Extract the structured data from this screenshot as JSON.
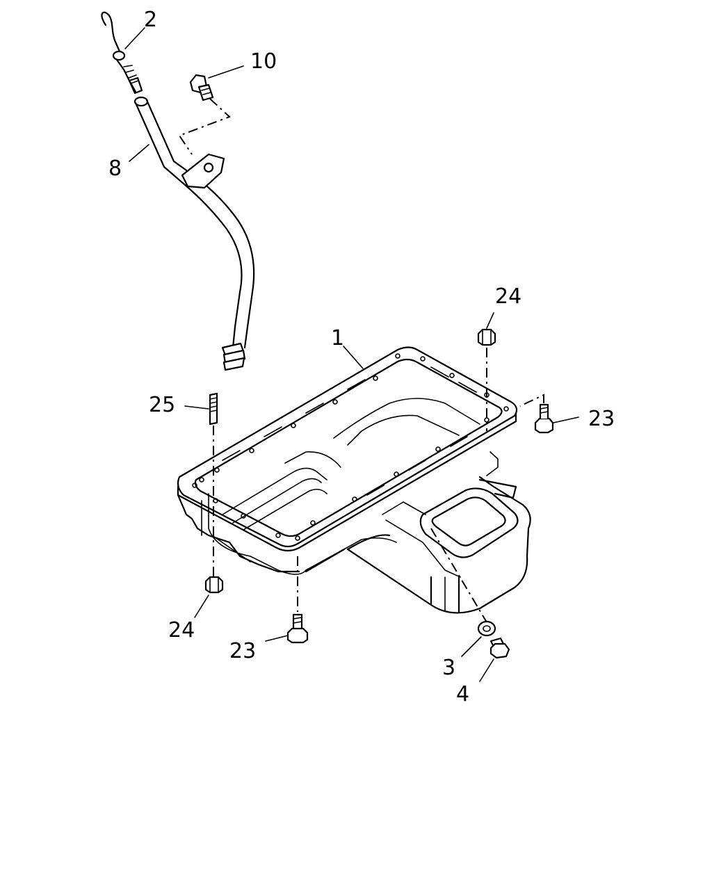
{
  "callouts": {
    "c2": "2",
    "c10": "10",
    "c8": "8",
    "c1": "1",
    "c24_top": "24",
    "c25": "25",
    "c23_right": "23",
    "c24_bottom": "24",
    "c23_bottom": "23",
    "c3": "3",
    "c4": "4"
  }
}
